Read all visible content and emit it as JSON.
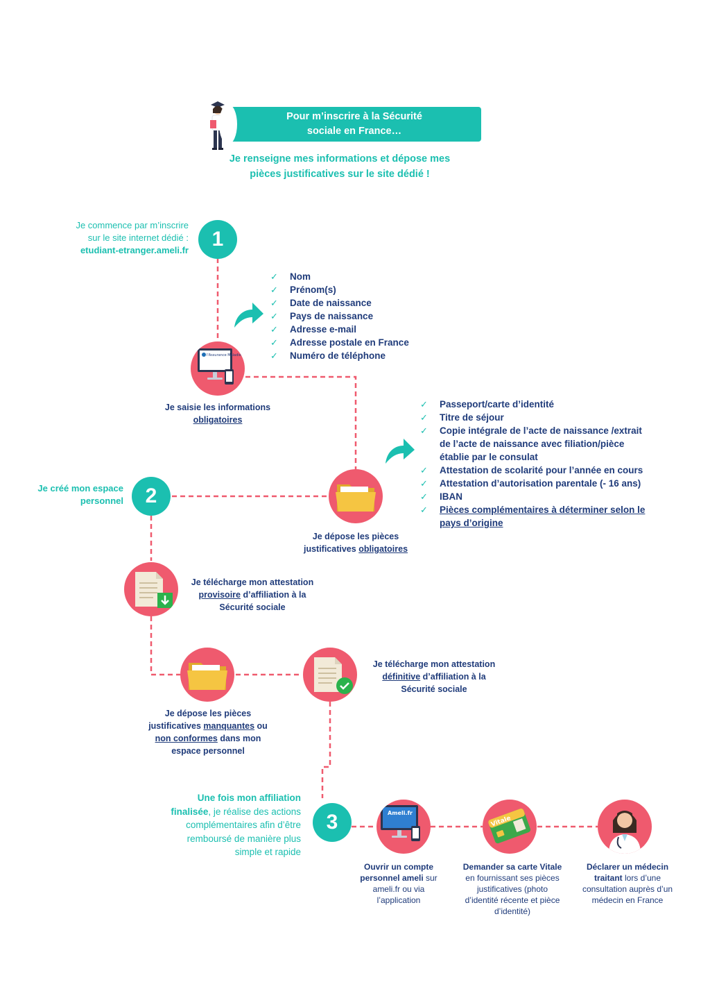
{
  "header": {
    "banner_line1": "Pour m’inscrire à la Sécurité",
    "banner_line2": "sociale en France…",
    "subtitle_line1": "Je renseigne mes informations et dépose mes",
    "subtitle_line2": "pièces justificatives sur le site dédié !"
  },
  "step1": {
    "number": "1",
    "intro_line1": "Je commence par m’inscrire",
    "intro_line2": "sur le site internet dédié :",
    "website": "etudiant-etranger.ameli.fr",
    "info_list": [
      "Nom",
      "Prénom(s)",
      "Date de naissance",
      "Pays de naissance",
      "Adresse e-mail",
      "Adresse postale en France",
      "Numéro de téléphone"
    ],
    "monitor_logo_text": "l'Assurance Maladie",
    "caption_part1": "Je saisie les informations",
    "caption_underlined": "obligatoires"
  },
  "step2": {
    "number": "2",
    "intro_line1": "Je créé mon espace",
    "intro_line2": "personnel",
    "docs_list": [
      "Passeport/carte d’identité",
      "Titre de séjour",
      "Copie intégrale de l’acte de naissance /extrait",
      "de l’acte de naissance avec filiation/pièce",
      "établie par le consulat",
      "Attestation de scolarité pour l’année en cours",
      "Attestation d’autorisation parentale (- 16 ans)",
      "IBAN",
      "Pièces complémentaires à déterminer selon le",
      "pays d’origine"
    ],
    "deposit_line1": "Je dépose les pièces",
    "deposit_line2a": "justificatives",
    "deposit_line2b": "obligatoires",
    "provisional_line1": "Je télécharge mon attestation",
    "provisional_underlined": "provisoire",
    "provisional_line2b": " d’affiliation à la",
    "provisional_line3": "Sécurité sociale",
    "missing_line1": "Je dépose les pièces",
    "missing_line2a": "justificatives",
    "missing_line2b": "manquantes",
    "missing_line2c": " ou",
    "missing_line3a": "non conformes",
    "missing_line3b": " dans mon",
    "missing_line4": "espace personnel",
    "definitive_line1": "Je télécharge mon attestation",
    "definitive_underlined": "définitive",
    "definitive_line2b": " d’affiliation à la",
    "definitive_line3": "Sécurité sociale"
  },
  "step3": {
    "number": "3",
    "intro_bold1": "Une fois mon affiliation",
    "intro_bold2": "finalisée",
    "intro_rest2": ", je réalise des actions",
    "intro_line3": "complémentaires afin d’être",
    "intro_line4": "remboursé de manière plus",
    "intro_line5": "simple et rapide",
    "ameli_monitor_text": "Ameli.fr",
    "vitale_card_text": "Vitale",
    "action1_bold1": "Ouvrir un compte",
    "action1_bold2": "personnel ameli",
    "action1_rest2": " sur",
    "action1_line3": "ameli.fr ou via",
    "action1_line4": "l’application",
    "action2_bold": "Demander sa carte Vitale",
    "action2_line2": "en fournissant ses pièces",
    "action2_line3": "justificatives (photo",
    "action2_line4": "d’identité récente et pièce",
    "action2_line5": "d’identité)",
    "action3_bold1": "Déclarer un médecin",
    "action3_bold2": "traitant",
    "action3_rest2": " lors d’une",
    "action3_line3": "consultation auprès d’un",
    "action3_line4": "médecin en France"
  },
  "colors": {
    "teal": "#1bbfb0",
    "coral": "#ef5a6e",
    "navy": "#1f3b7a",
    "folder": "#f5c542"
  },
  "icons": [
    "student-icon",
    "computer-icon",
    "folder-icon",
    "document-download-icon",
    "document-check-icon",
    "ameli-computer-icon",
    "vitale-card-icon",
    "doctor-icon",
    "checkmark-icon",
    "curved-arrow-icon"
  ]
}
